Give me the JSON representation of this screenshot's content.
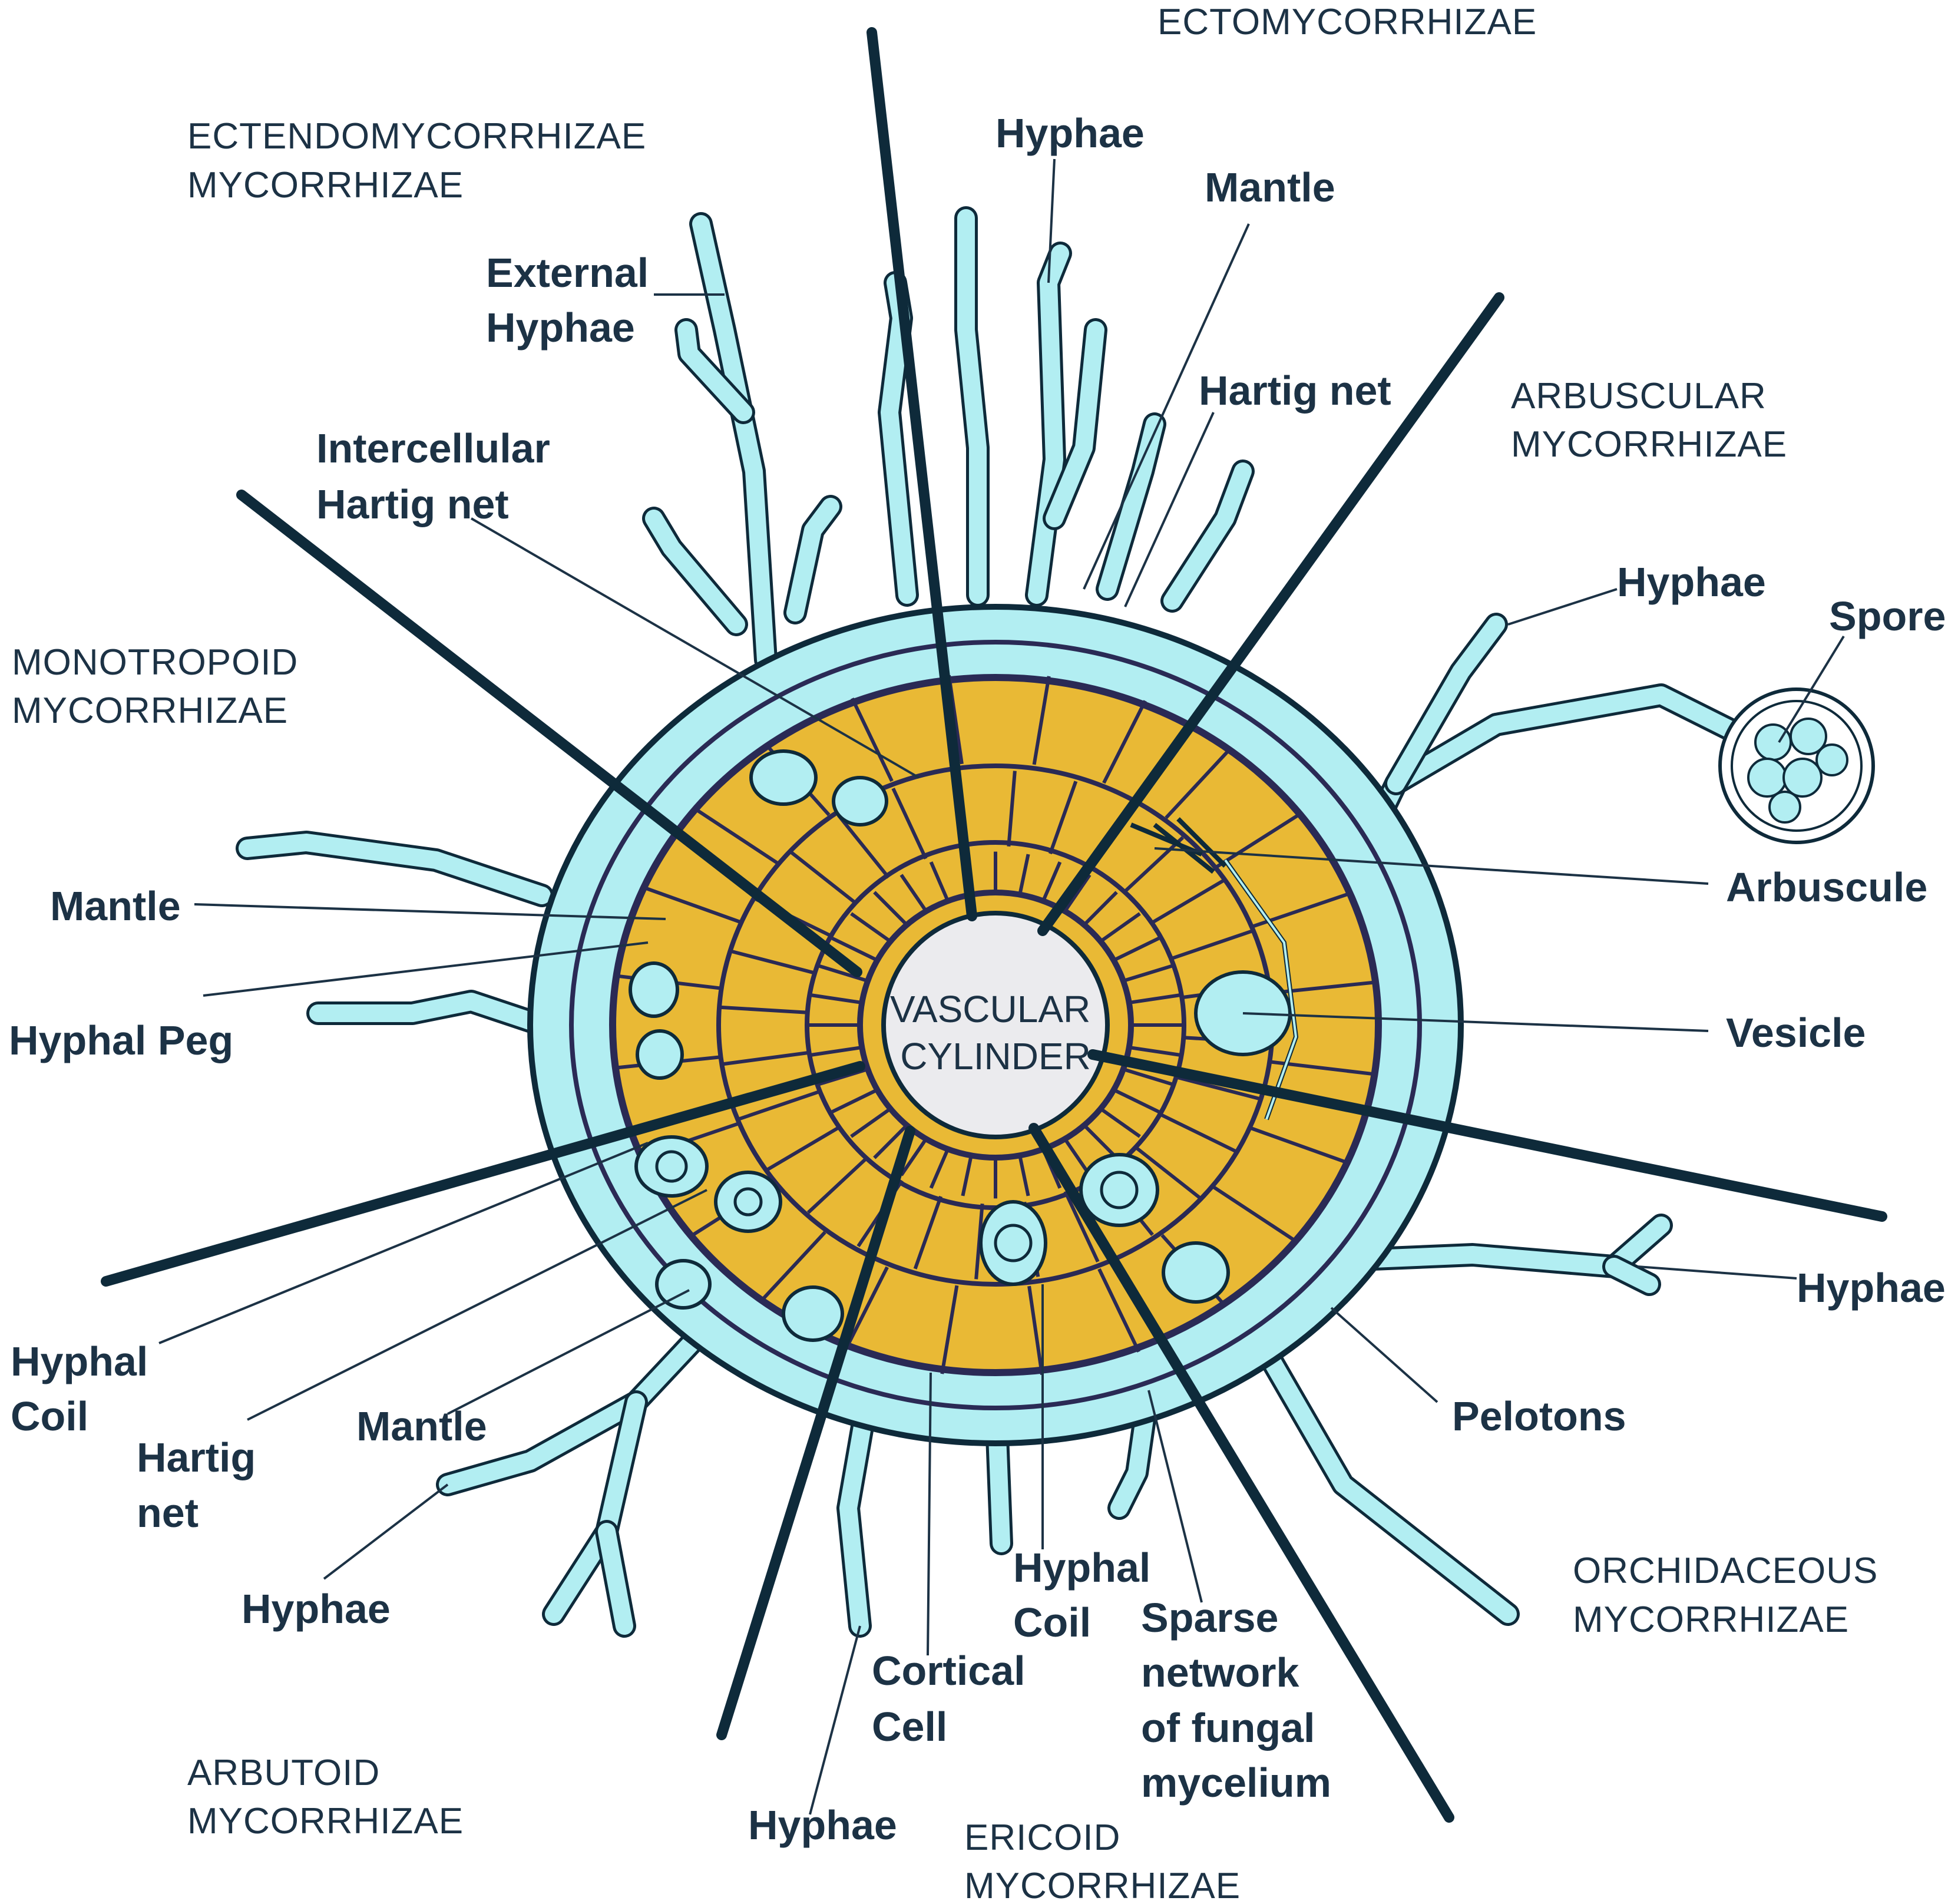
{
  "colors": {
    "cortex": "#e9b935",
    "fungus": "#b2eef2",
    "outline": "#0e2a3a",
    "vascular": "#ebebee",
    "text": "#1c3245"
  },
  "center": {
    "line1": "VASCULAR",
    "line2": "CYLINDER"
  },
  "types": {
    "ectomycorrhizae": [
      "ECTOMYCORRHIZAE"
    ],
    "ectendomycorrhizae": [
      "ECTENDOMYCORRHIZAE",
      "MYCORRHIZAE"
    ],
    "arbuscular": [
      "ARBUSCULAR",
      "MYCORRHIZAE"
    ],
    "monotropoid": [
      "MONOTROPOID",
      "MYCORRHIZAE"
    ],
    "orchidaceous": [
      "ORCHIDACEOUS",
      "MYCORRHIZAE"
    ],
    "arbutoid": [
      "ARBUTOID",
      "MYCORRHIZAE"
    ],
    "ericoid": [
      "ERICOID",
      "MYCORRHIZAE"
    ]
  },
  "labels": {
    "ecto_hyphae": [
      "Hyphae"
    ],
    "ecto_mantle": [
      "Mantle"
    ],
    "ecto_hartig": [
      "Hartig net"
    ],
    "ectendo_external_hyphae": [
      "External",
      "Hyphae"
    ],
    "ectendo_intercellular": [
      "Intercellular",
      "Hartig net"
    ],
    "arb_hyphae": [
      "Hyphae"
    ],
    "arb_spore": [
      "Spore"
    ],
    "arb_arbuscule": [
      "Arbuscule"
    ],
    "arb_vesicle": [
      "Vesicle"
    ],
    "orch_hyphae": [
      "Hyphae"
    ],
    "orch_pelotons": [
      "Pelotons"
    ],
    "mono_mantle": [
      "Mantle"
    ],
    "mono_hyphal_peg": [
      "Hyphal Peg"
    ],
    "arbut_hyphal_coil": [
      "Hyphal",
      "Coil"
    ],
    "arbut_hartig": [
      "Hartig",
      "net"
    ],
    "arbut_mantle": [
      "Mantle"
    ],
    "arbut_hyphae": [
      "Hyphae"
    ],
    "eric_hyphae": [
      "Hyphae"
    ],
    "eric_cortical": [
      "Cortical",
      "Cell"
    ],
    "eric_hyphal_coil": [
      "Hyphal",
      "Coil"
    ],
    "eric_sparse": [
      "Sparse",
      "network",
      "of fungal",
      "mycelium"
    ]
  }
}
